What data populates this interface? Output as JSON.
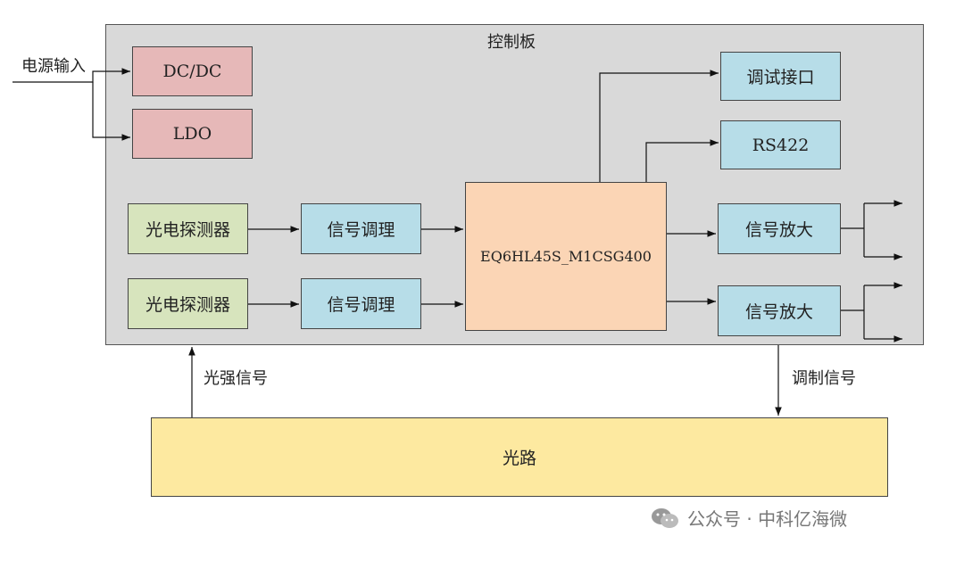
{
  "panel_title": "控制板",
  "power": {
    "input_label": "电源输入",
    "dcdc": "DC/DC",
    "ldo": "LDO"
  },
  "chain1": {
    "detector": "光电探测器",
    "conditioning": "信号调理"
  },
  "chain2": {
    "detector": "光电探测器",
    "conditioning": "信号调理"
  },
  "fpga": "EQ6HL45S_M1CSG400",
  "debug_port": "调试接口",
  "rs422": "RS422",
  "amp1": "信号放大",
  "amp2": "信号放大",
  "light_signal_label": "光强信号",
  "modulation_label": "调制信号",
  "optical_path": "光路",
  "watermark": "公众号 · 中科亿海微"
}
